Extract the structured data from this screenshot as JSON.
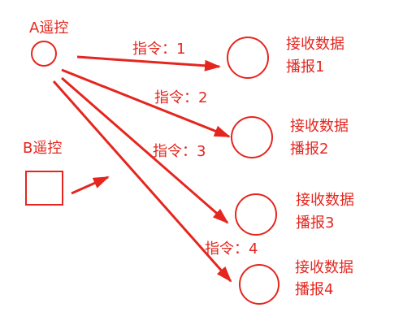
{
  "colors": {
    "stroke": "#e5261f"
  },
  "remote_a": {
    "label": "A遥控"
  },
  "remote_b": {
    "label": "B遥控"
  },
  "receivers": [
    {
      "line1": "接收数据",
      "line2": "播报1"
    },
    {
      "line1": "接收数据",
      "line2": "播报2"
    },
    {
      "line1": "接收数据",
      "line2": "播报3"
    },
    {
      "line1": "接收数据",
      "line2": "播报4"
    }
  ],
  "commands": [
    {
      "label": "指令：1"
    },
    {
      "label": "指令：2"
    },
    {
      "label": "指令：3"
    },
    {
      "label": "指令：4"
    }
  ]
}
